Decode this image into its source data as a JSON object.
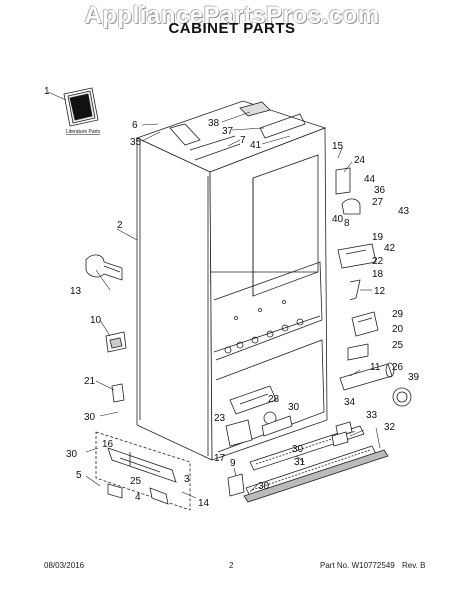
{
  "watermark": "AppliancePartsPros.com",
  "title": "CABINET PARTS",
  "literature_label": "Literature Parts",
  "callouts": [
    {
      "id": "c1",
      "text": "1"
    },
    {
      "id": "c2",
      "text": "2"
    },
    {
      "id": "c3",
      "text": "3"
    },
    {
      "id": "c4",
      "text": "4"
    },
    {
      "id": "c5",
      "text": "5"
    },
    {
      "id": "c6",
      "text": "6"
    },
    {
      "id": "c7",
      "text": "7"
    },
    {
      "id": "c8",
      "text": "8"
    },
    {
      "id": "c9",
      "text": "9"
    },
    {
      "id": "c10",
      "text": "10"
    },
    {
      "id": "c11",
      "text": "11"
    },
    {
      "id": "c12",
      "text": "12"
    },
    {
      "id": "c13",
      "text": "13"
    },
    {
      "id": "c14",
      "text": "14"
    },
    {
      "id": "c15",
      "text": "15"
    },
    {
      "id": "c16",
      "text": "16"
    },
    {
      "id": "c17",
      "text": "17"
    },
    {
      "id": "c18",
      "text": "18"
    },
    {
      "id": "c19",
      "text": "19"
    },
    {
      "id": "c20",
      "text": "20"
    },
    {
      "id": "c21",
      "text": "21"
    },
    {
      "id": "c22",
      "text": "22"
    },
    {
      "id": "c23",
      "text": "23"
    },
    {
      "id": "c24",
      "text": "24"
    },
    {
      "id": "c25a",
      "text": "25"
    },
    {
      "id": "c25b",
      "text": "25"
    },
    {
      "id": "c26",
      "text": "26"
    },
    {
      "id": "c27",
      "text": "27"
    },
    {
      "id": "c28",
      "text": "28"
    },
    {
      "id": "c29",
      "text": "29"
    },
    {
      "id": "c30a",
      "text": "30"
    },
    {
      "id": "c30b",
      "text": "30"
    },
    {
      "id": "c30c",
      "text": "30"
    },
    {
      "id": "c30d",
      "text": "30"
    },
    {
      "id": "c30e",
      "text": "30"
    },
    {
      "id": "c31",
      "text": "31"
    },
    {
      "id": "c32",
      "text": "32"
    },
    {
      "id": "c33",
      "text": "33"
    },
    {
      "id": "c34",
      "text": "34"
    },
    {
      "id": "c35",
      "text": "35"
    },
    {
      "id": "c36",
      "text": "36"
    },
    {
      "id": "c37",
      "text": "37"
    },
    {
      "id": "c38",
      "text": "38"
    },
    {
      "id": "c39",
      "text": "39"
    },
    {
      "id": "c40",
      "text": "40"
    },
    {
      "id": "c41",
      "text": "41"
    },
    {
      "id": "c42",
      "text": "42"
    },
    {
      "id": "c43",
      "text": "43"
    },
    {
      "id": "c44",
      "text": "44"
    }
  ],
  "footer": {
    "date": "08/03/2016",
    "page": "2",
    "part_no": "Part No. W10772549",
    "rev": "Rev. B"
  }
}
